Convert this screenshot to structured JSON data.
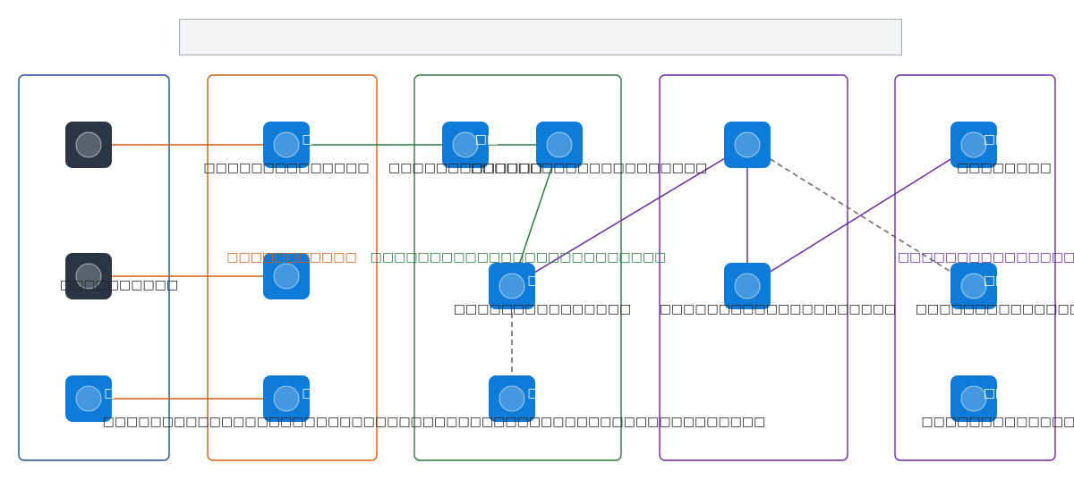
{
  "title": "",
  "colors": {
    "lane_blue": "#1f4e96",
    "lane_orange": "#d35f14",
    "lane_green": "#2b7a3b",
    "lane_purple": "#6a2aa0",
    "node_blue": "#0f7bd8",
    "node_dark": "#2b3645",
    "edge_orange": "#d35f14",
    "edge_green": "#2b7a3b",
    "edge_purple": "#6a2aa0",
    "edge_dashed": "#666666"
  },
  "lanes": [
    {
      "id": "lane-1",
      "color": "lane_blue"
    },
    {
      "id": "lane-2",
      "color": "lane_orange"
    },
    {
      "id": "lane-3",
      "color": "lane_green"
    },
    {
      "id": "lane-4",
      "color": "lane_purple"
    },
    {
      "id": "lane-5",
      "color": "lane_purple"
    }
  ],
  "nodes": [
    {
      "id": "n1",
      "style": "dark",
      "icon": "circle-icon",
      "label": "",
      "glyph": ""
    },
    {
      "id": "n2",
      "style": "dark",
      "icon": "circle-icon",
      "label": "□□□□□□□□□□",
      "glyph": ""
    },
    {
      "id": "n3",
      "style": "blue",
      "icon": "circle-icon",
      "label": "",
      "glyph": "□"
    },
    {
      "id": "n4",
      "style": "blue",
      "icon": "circle-icon",
      "label": "□□□□□□□□□□□□□□",
      "glyph": "□"
    },
    {
      "id": "n5",
      "style": "blue",
      "icon": "circle-icon",
      "label": "",
      "glyph": ""
    },
    {
      "id": "n6",
      "style": "blue",
      "icon": "circle-icon",
      "label": "□□□□□□□□□□□□□□□□□□□□□□□□□□□□□□□□□□□□□□□□□□□□□□□□□□□□□□□□",
      "glyph": "□"
    },
    {
      "id": "n7",
      "style": "blue",
      "icon": "circle-icon",
      "label": "□□□□□□□□□□□□□",
      "glyph": "□□"
    },
    {
      "id": "n8",
      "style": "blue",
      "icon": "circle-icon",
      "label": "□□□□□□□□□□□□□□□□□□□□",
      "glyph": ""
    },
    {
      "id": "n9",
      "style": "blue",
      "icon": "circle-icon",
      "label": "□□□□□□□□□□□□□□□",
      "glyph": "□"
    },
    {
      "id": "n10",
      "style": "blue",
      "icon": "circle-icon",
      "label": "",
      "glyph": "□"
    },
    {
      "id": "n11",
      "style": "blue",
      "icon": "circle-icon",
      "label": "",
      "glyph": ""
    },
    {
      "id": "n12",
      "style": "blue",
      "icon": "circle-icon",
      "label": "□□□□□□□□□□□□□□□□□□□□",
      "glyph": ""
    },
    {
      "id": "n13",
      "style": "blue",
      "icon": "circle-icon",
      "label": "□□□□□□□□",
      "glyph": "□□"
    },
    {
      "id": "n14",
      "style": "blue",
      "icon": "circle-icon",
      "label": "□□□□□□□□□□□□□□□",
      "glyph": "□□"
    },
    {
      "id": "n15",
      "style": "blue",
      "icon": "circle-icon",
      "label": "□□□□□□□□□□□□□□",
      "glyph": "□□"
    }
  ],
  "edges": [
    {
      "from": "n1",
      "to": "n4",
      "style": "orange",
      "dashed": false
    },
    {
      "from": "n2",
      "to": "n5",
      "style": "orange",
      "dashed": false
    },
    {
      "from": "n3",
      "to": "n6",
      "style": "orange",
      "dashed": false
    },
    {
      "from": "n4",
      "to": "n7",
      "style": "green",
      "dashed": false
    },
    {
      "from": "n7",
      "to": "n8",
      "style": "green",
      "dashed": false
    },
    {
      "from": "n8",
      "to": "n9",
      "style": "green",
      "dashed": false
    },
    {
      "from": "n10",
      "to": "n9",
      "style": "dashed",
      "dashed": true
    },
    {
      "from": "n9",
      "to": "n11",
      "style": "purple",
      "dashed": false
    },
    {
      "from": "n11",
      "to": "n12",
      "style": "purple",
      "dashed": false
    },
    {
      "from": "n12",
      "to": "n13",
      "style": "purple",
      "dashed": false
    },
    {
      "from": "n11",
      "to": "n14",
      "style": "dashed",
      "dashed": true
    }
  ],
  "annotations": [
    {
      "id": "a1",
      "text": "□□□□□□□□□□□",
      "color": "lane_orange"
    },
    {
      "id": "a2",
      "text": "□□□□□□□□□□□□□□□□□□□□□□□□□",
      "color": "lane_green"
    },
    {
      "id": "a3",
      "text": "□□□□□□□□□□□□□□□□□□",
      "color": "lane_purple"
    }
  ]
}
